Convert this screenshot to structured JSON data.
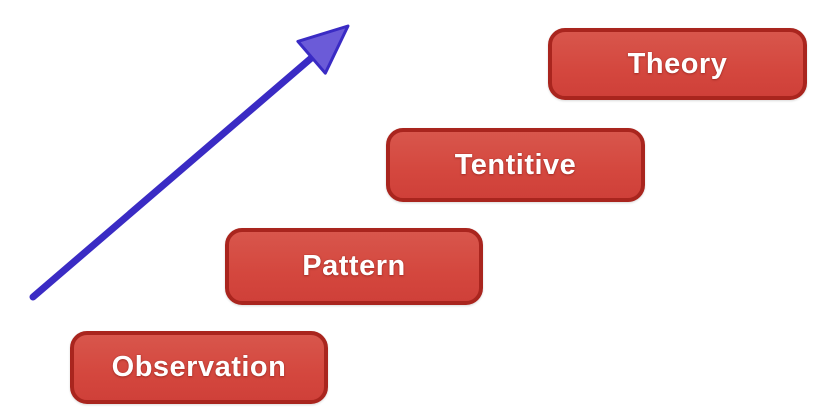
{
  "diagram": {
    "description": "Staircase diagram of ascending stages with an upward diagonal arrow",
    "arrow": {
      "name": "ascending-arrow",
      "line_color": "#3a2bc4",
      "head_fill": "#6b5bd8",
      "head_stroke": "#3a2bc4"
    },
    "boxes": [
      {
        "label": "Observation"
      },
      {
        "label": "Pattern"
      },
      {
        "label": "Tentitive"
      },
      {
        "label": "Theory"
      }
    ],
    "box_style": {
      "fill": "#d5483f",
      "border": "#a9251e",
      "text_color": "#ffffff"
    },
    "background": "#ffffff"
  }
}
